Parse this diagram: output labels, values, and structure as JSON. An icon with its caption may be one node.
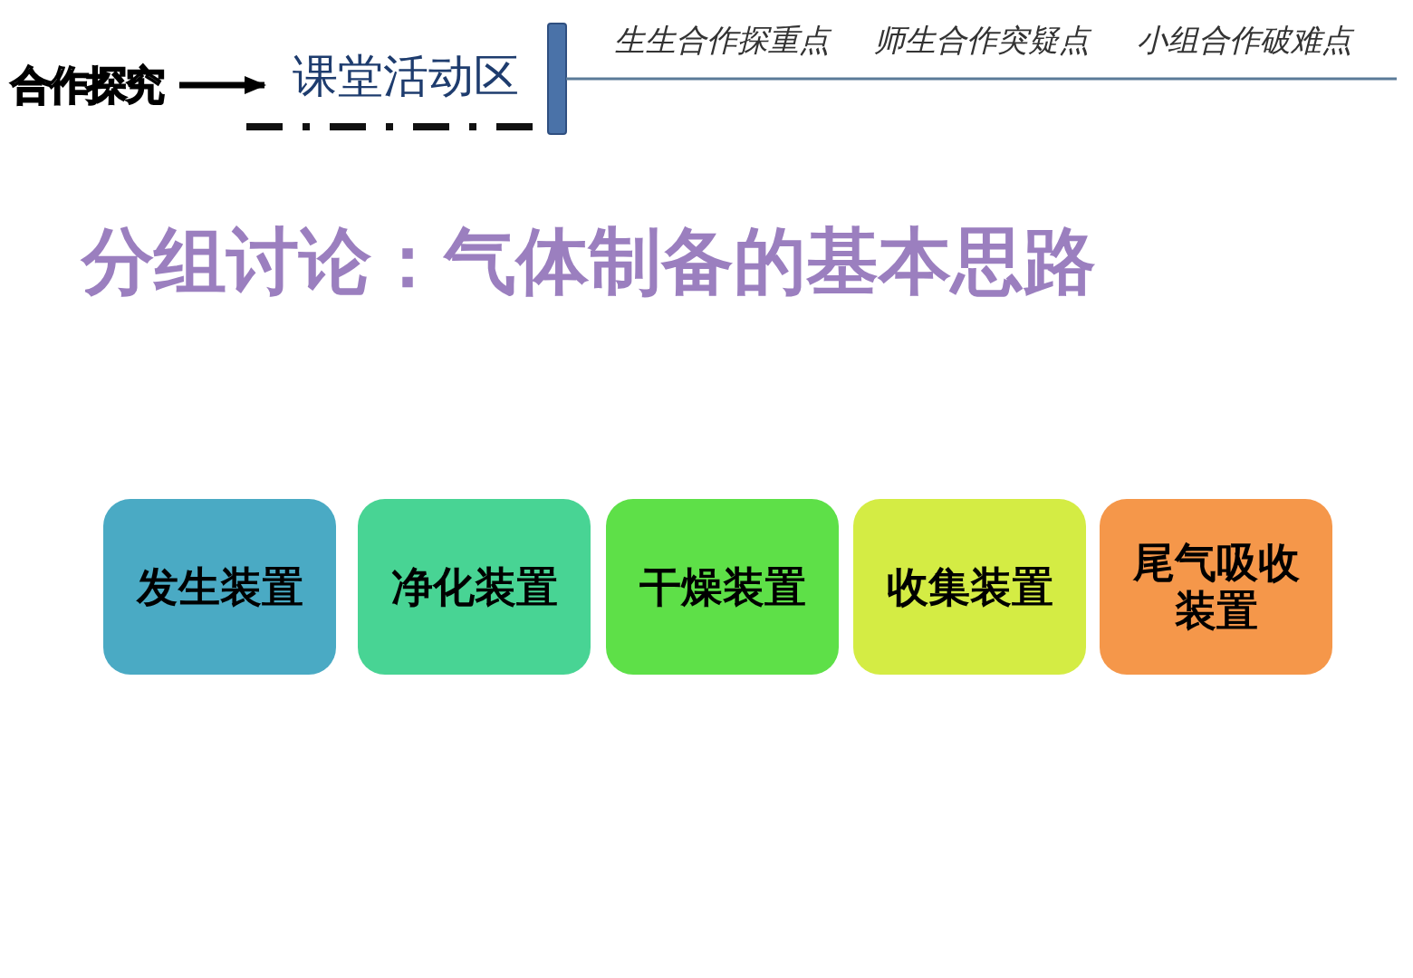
{
  "diagram": {
    "title": "分组讨论：气体制备的基本思路",
    "nodes": [
      {
        "text": [
          "合作探究"
        ]
      },
      {
        "text": [
          "课堂活动区"
        ]
      },
      {
        "text": [
          "发生装置"
        ]
      },
      {
        "text": [
          "净化装置"
        ]
      },
      {
        "text": [
          "干燥装置"
        ]
      },
      {
        "text": [
          "收集装置"
        ]
      },
      {
        "text": [
          "尾气吸收装置"
        ]
      }
    ],
    "edges": [
      {
        "from": 0,
        "to": 1,
        "arrow": "to"
      }
    ],
    "labels": [
      "生生合作探重点",
      "师生合作突疑点",
      "小组合作破难点"
    ]
  }
}
